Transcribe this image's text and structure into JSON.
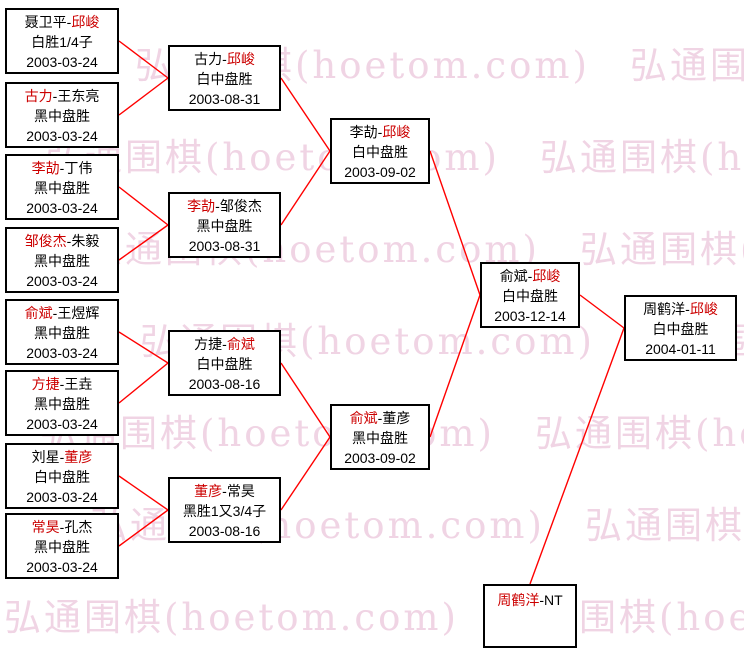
{
  "watermark": {
    "text": "弘通围棋(hoetom.com)",
    "row": "弘通围棋(hoetom.com)　弘通围棋(hoetom.com)",
    "color": "#f0d4e4"
  },
  "colors": {
    "winner_name": "#cc0000",
    "connector_line": "#ff0000",
    "box_border": "#000000"
  },
  "boxes": {
    "r1b1": {
      "a": "聂卫平-",
      "b": "邱峻",
      "result": "白胜1/4子",
      "date": "2003-03-24"
    },
    "r1b2": {
      "a": "古力",
      "b": "-王东亮",
      "result": "黑中盘胜",
      "date": "2003-03-24"
    },
    "r1b3": {
      "a": "李劼",
      "b": "-丁伟",
      "result": "黑中盘胜",
      "date": "2003-03-24"
    },
    "r1b4": {
      "a": "邹俊杰",
      "b": "-朱毅",
      "result": "黑中盘胜",
      "date": "2003-03-24"
    },
    "r1b5": {
      "a": "俞斌",
      "b": "-王煜辉",
      "result": "黑中盘胜",
      "date": "2003-03-24"
    },
    "r1b6": {
      "a": "方捷",
      "b": "-王垚",
      "result": "黑中盘胜",
      "date": "2003-03-24"
    },
    "r1b7": {
      "a": "刘星-",
      "b": "董彦",
      "result": "白中盘胜",
      "date": "2003-03-24"
    },
    "r1b8": {
      "a": "常昊",
      "b": "-孔杰",
      "result": "黑中盘胜",
      "date": "2003-03-24"
    },
    "r2b1": {
      "a": "古力-",
      "b": "邱峻",
      "result": "白中盘胜",
      "date": "2003-08-31"
    },
    "r2b2": {
      "a": "李劼",
      "b": "-邹俊杰",
      "result": "黑中盘胜",
      "date": "2003-08-31"
    },
    "r2b3": {
      "a": "方捷-",
      "b": "俞斌",
      "result": "白中盘胜",
      "date": "2003-08-16"
    },
    "r2b4": {
      "a": "董彦",
      "b": "-常昊",
      "result": "黑胜1又3/4子",
      "date": "2003-08-16"
    },
    "r3b1": {
      "a": "李劼-",
      "b": "邱峻",
      "result": "白中盘胜",
      "date": "2003-09-02"
    },
    "r3b2": {
      "a": "俞斌",
      "b": "-董彦",
      "result": "黑中盘胜",
      "date": "2003-09-02"
    },
    "r4b1": {
      "a": "俞斌-",
      "b": "邱峻",
      "result": "白中盘胜",
      "date": "2003-12-14"
    },
    "r5b1": {
      "a": "周鹤洋-",
      "b": "邱峻",
      "result": "白中盘胜",
      "date": "2004-01-11"
    },
    "ntb1": {
      "a": "周鹤洋",
      "b": "-NT"
    }
  }
}
